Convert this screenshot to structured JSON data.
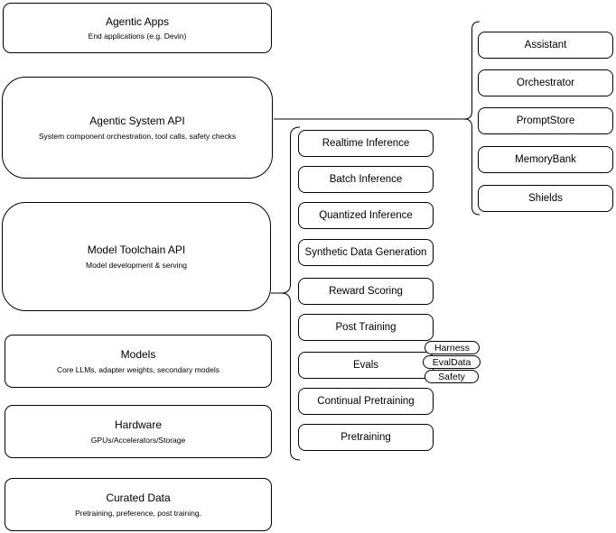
{
  "canvas": {
    "background": "#ffffff",
    "stroke": "#000000",
    "text_color": "#000000"
  },
  "stack": {
    "agentic_apps": {
      "title": "Agentic Apps",
      "subtitle": "End applications (e.g. Devin)"
    },
    "agentic_system_api": {
      "title": "Agentic System API",
      "subtitle": "System component orchestration, tool calls, safety checks"
    },
    "model_toolchain_api": {
      "title": "Model Toolchain API",
      "subtitle": "Model development & serving"
    },
    "models": {
      "title": "Models",
      "subtitle": "Core LLMs, adapter weights, secondary models"
    },
    "hardware": {
      "title": "Hardware",
      "subtitle": "GPUs/Accelerators/Storage"
    },
    "curated_data": {
      "title": "Curated Data",
      "subtitle": "Pretraining, preference, post training."
    }
  },
  "toolchain_group": {
    "items": [
      "Realtime Inference",
      "Batch Inference",
      "Quantized Inference",
      "Synthetic Data Generation",
      "Reward Scoring",
      "Post Training",
      "Evals",
      "Continual Pretraining",
      "Pretraining"
    ]
  },
  "evals_tags": [
    "Harness",
    "EvalData",
    "Safety"
  ],
  "system_group": {
    "items": [
      "Assistant",
      "Orchestrator",
      "PromptStore",
      "MemoryBank",
      "Shields"
    ]
  }
}
